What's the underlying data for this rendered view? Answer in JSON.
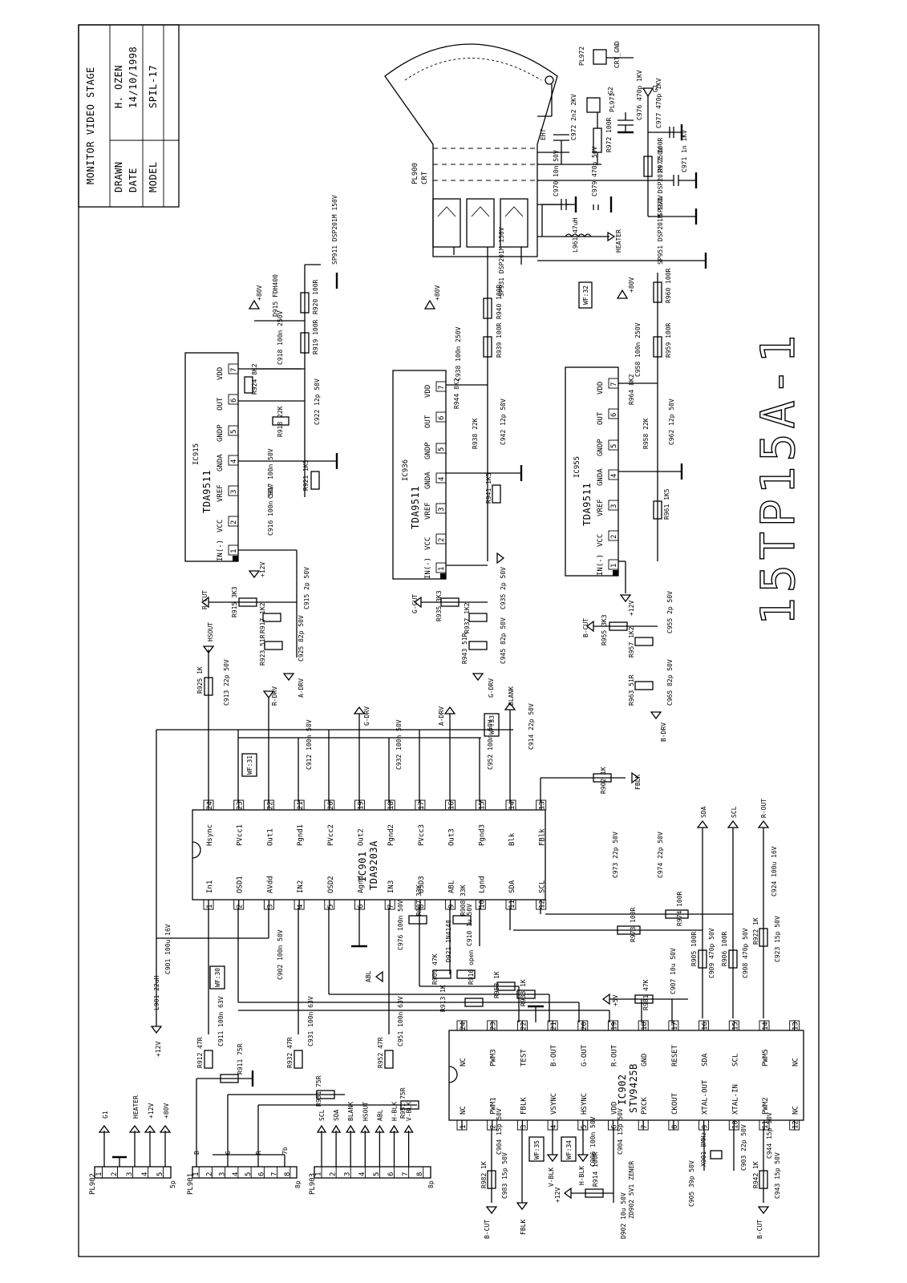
{
  "title_block": {
    "title": "MONITOR VIDEO STAGE",
    "drawn_label": "DRAWN",
    "drawn_value": "H. OZEN",
    "date_label": "DATE",
    "date_value": "14/10/1998",
    "model_label": "MODEL",
    "model_value": "SPIL-17"
  },
  "model_watermark": "15TP15A-1",
  "ic901": {
    "ref": "IC901",
    "part": "TDA9203A",
    "bottom_pins": [
      {
        "n": "1",
        "name": "In1"
      },
      {
        "n": "2",
        "name": "OSD1"
      },
      {
        "n": "3",
        "name": "AVdd"
      },
      {
        "n": "4",
        "name": "IN2"
      },
      {
        "n": "5",
        "name": "OSD2"
      },
      {
        "n": "6",
        "name": "Agnd"
      },
      {
        "n": "7",
        "name": "IN3"
      },
      {
        "n": "8",
        "name": "OSD3"
      },
      {
        "n": "9",
        "name": "ABL"
      },
      {
        "n": "10",
        "name": "Lgnd"
      },
      {
        "n": "11",
        "name": "SDA"
      },
      {
        "n": "12",
        "name": "SCL"
      }
    ],
    "top_pins": [
      {
        "n": "24",
        "name": "Hsync"
      },
      {
        "n": "23",
        "name": "PVcc1"
      },
      {
        "n": "22",
        "name": "Out1"
      },
      {
        "n": "21",
        "name": "Pgnd1"
      },
      {
        "n": "20",
        "name": "PVcc2"
      },
      {
        "n": "19",
        "name": "Out2"
      },
      {
        "n": "18",
        "name": "Pgnd2"
      },
      {
        "n": "17",
        "name": "PVcc3"
      },
      {
        "n": "16",
        "name": "Out3"
      },
      {
        "n": "15",
        "name": "Pgnd3"
      },
      {
        "n": "14",
        "name": "Blk"
      },
      {
        "n": "13",
        "name": "FBlk"
      }
    ]
  },
  "ic902": {
    "ref": "IC902",
    "part": "STV9425B",
    "top_pins": [
      {
        "n": "24",
        "name": "NC"
      },
      {
        "n": "23",
        "name": "PWM3"
      },
      {
        "n": "22",
        "name": "TEST"
      },
      {
        "n": "21",
        "name": "B-OUT"
      },
      {
        "n": "20",
        "name": "G-OUT"
      },
      {
        "n": "19",
        "name": "R-OUT"
      },
      {
        "n": "18",
        "name": "GND"
      },
      {
        "n": "17",
        "name": "RESET"
      },
      {
        "n": "16",
        "name": "SDA"
      },
      {
        "n": "15",
        "name": "SCL"
      },
      {
        "n": "14",
        "name": "PWM5"
      },
      {
        "n": "13",
        "name": "NC"
      }
    ],
    "bottom_pins": [
      {
        "n": "1",
        "name": "NC"
      },
      {
        "n": "2",
        "name": "PWM1"
      },
      {
        "n": "3",
        "name": "FBLK"
      },
      {
        "n": "4",
        "name": "VSYNC"
      },
      {
        "n": "5",
        "name": "HSYNC"
      },
      {
        "n": "6",
        "name": "VDD"
      },
      {
        "n": "7",
        "name": "PXCK"
      },
      {
        "n": "8",
        "name": "CKOUT"
      },
      {
        "n": "9",
        "name": "XTAL-OUT"
      },
      {
        "n": "10",
        "name": "XTAL-IN"
      },
      {
        "n": "11",
        "name": "PWM2"
      },
      {
        "n": "12",
        "name": "NC"
      }
    ]
  },
  "amps": [
    {
      "ref": "IC915",
      "part": "TDA9511",
      "pins": [
        {
          "n": "1",
          "name": "IN(-)"
        },
        {
          "n": "2",
          "name": "VCC"
        },
        {
          "n": "3",
          "name": "VREF"
        },
        {
          "n": "4",
          "name": "GNDA"
        },
        {
          "n": "5",
          "name": "GNDP"
        },
        {
          "n": "6",
          "name": "OUT"
        },
        {
          "n": "7",
          "name": "VDD"
        }
      ]
    },
    {
      "ref": "IC936",
      "part": "TDA9511",
      "pins": [
        {
          "n": "1",
          "name": "IN(-)"
        },
        {
          "n": "2",
          "name": "VCC"
        },
        {
          "n": "3",
          "name": "VREF"
        },
        {
          "n": "4",
          "name": "GNDA"
        },
        {
          "n": "5",
          "name": "GNDP"
        },
        {
          "n": "6",
          "name": "OUT"
        },
        {
          "n": "7",
          "name": "VDD"
        }
      ]
    },
    {
      "ref": "IC955",
      "part": "TDA9511",
      "pins": [
        {
          "n": "1",
          "name": "IN(-)"
        },
        {
          "n": "2",
          "name": "VCC"
        },
        {
          "n": "3",
          "name": "VREF"
        },
        {
          "n": "4",
          "name": "GNDA"
        },
        {
          "n": "5",
          "name": "GNDP"
        },
        {
          "n": "6",
          "name": "OUT"
        },
        {
          "n": "7",
          "name": "VDD"
        }
      ]
    }
  ],
  "crt": {
    "ref": "PL900",
    "name": "CRT",
    "eht": "EHT",
    "heater": "HEATER",
    "gnd": "CRT_GND"
  },
  "connectors": [
    {
      "ref": "PL902",
      "size": "5p",
      "pins": [
        "1",
        "2",
        "3",
        "4",
        "5"
      ],
      "signals": [
        "G1",
        "HEATER",
        "+12V",
        "+80V"
      ]
    },
    {
      "ref": "PL901",
      "size": "8p",
      "pins": [
        "1",
        "2",
        "3",
        "4",
        "5",
        "6",
        "7",
        "8"
      ],
      "signals": [
        "B",
        "G",
        "R",
        "7b"
      ]
    },
    {
      "ref": "PL903",
      "size": "8p",
      "pins": [
        "1",
        "2",
        "3",
        "4",
        "5",
        "6",
        "7",
        "8"
      ],
      "signals": [
        "SCL",
        "SDA",
        "BLANK",
        "HSOUT",
        "ABL",
        "H-BLK",
        "V-BLK"
      ]
    }
  ],
  "signals": {
    "rdrv": "R-DRV",
    "gdrv": "G-DRV",
    "bdrv": "B-DRV",
    "adrv": "A-DRV",
    "blank": "BLANK",
    "hsout": "HSOUT",
    "sda": "SDA",
    "scl": "SCL",
    "rout": "R-OUT",
    "fblk": "FBLK",
    "rcut": "R-CUT",
    "gcut": "G-CUT",
    "bcut": "B-CUT",
    "v12": "+12V",
    "v80": "+80V",
    "v5": "+5V",
    "g1": "G1",
    "abl": "ABL",
    "hblk": "H-BLK",
    "vblk": "V-BLK"
  },
  "waveforms": [
    "WF:31",
    "WF:32",
    "WF:33",
    "WF:30",
    "WF:34",
    "WF:35"
  ],
  "parts": {
    "r920": "R920 100R",
    "r919": "R919 100R",
    "d915": "D915 FDH400",
    "c918": "C918 100n 250V",
    "r924": "R924 8K2",
    "c922": "C922 12p 50V",
    "r918": "R918 22K",
    "c917": "C917 100n 50V",
    "c916": "C916 100n 50V",
    "r921": "R921 1K5",
    "r940": "R940 100R",
    "r939": "R939 100R",
    "c938": "C938 100n 250V",
    "r944": "R944 8K2",
    "c942": "C942 12p 50V",
    "r938": "R938 22K",
    "r960": "R960 100R",
    "r959": "R959 100R",
    "c958": "C958 100n 250V",
    "r964": "R964 8K2",
    "r958": "R958 22K",
    "c962": "C962 12p 50V",
    "r961": "R961 1K5",
    "r941": "R941 1K5",
    "sp911": "SP911 DSP201M 150V",
    "sp931": "SP931 DSP201M 150V",
    "sp951": "SP951 DSP201M 150V",
    "sp971": "SP971 DSP201M 250V",
    "r971": "R971 100R",
    "r972": "R972 100R",
    "c971": "C971 1n 1KV",
    "c977": "C977 470p 1KV",
    "c976": "C976 470p 1KV",
    "c972": "C972 2n2 2KV",
    "c970": "C970 10n 50V",
    "c979": "C979 470p 50V",
    "l961": "L961 47uH",
    "pl971": "PL971",
    "pl972": "PL972",
    "g2": "G2",
    "r925": "R925 1K",
    "c913": "C913 22p 50V",
    "c912": "C912 100n 50V",
    "c932": "C932 100n 50V",
    "c952": "C952 100n 50V",
    "c914": "C914 22p 50V",
    "r902": "R902 1K",
    "r915": "R915 3K3",
    "r917": "R917 1K2",
    "c915": "C915 2p 50V",
    "r923": "R923 51R",
    "c925": "C925 82p 50V",
    "r935": "R935 3K3",
    "r937": "R937 1K2",
    "c935": "C935 2p 50V",
    "r943": "R943 51R",
    "c945": "C945 82p 50V",
    "r955": "R955 3K3",
    "r957": "R957 1K2",
    "c955": "C955 2p 50V",
    "r963": "R963 51R",
    "c965": "C965 82p 50V",
    "c901": "C901 100u 16V",
    "l901": "L901 22uH",
    "c902": "C902 100n 50V",
    "c911": "C911 100n 63V",
    "c931": "C931 100n 63V",
    "c951": "C951 100n 63V",
    "r912": "R912 47R",
    "r932": "R932 47R",
    "r952": "R952 47R",
    "r911": "R911 75R",
    "r931": "R931 75R",
    "r951": "R951 75R",
    "r907": "R907 33K",
    "r908": "R908 33K",
    "r909": "R909 47K",
    "r910": "R910 open",
    "c910": "C910 1u 50V",
    "d921": "D921 1N4148",
    "c976b": "C976 100n 50V",
    "r953": "R953 1K",
    "r933": "R933 1K",
    "r913": "R913 1K",
    "r973": "R973 100R",
    "r974": "R974 100R",
    "c973": "C973 22p 50V",
    "c974": "C974 22p 50V",
    "r981": "R981 47K",
    "c907": "C907 10u 50V",
    "r905": "R905 100R",
    "r906": "R906 100R",
    "c909": "C909 470p 50V",
    "c908": "C908 470p 50V",
    "r922": "R922 1K",
    "c923": "C923 15p 50V",
    "c924": "C924 100u 16V",
    "c904": "C904 15p 50V",
    "r982": "R982 1K",
    "c983": "C983 15p 50V",
    "c906": "C906 100n 50V",
    "d902": "D902 10u 50V",
    "zd902": "ZD902 5V1 ZENER",
    "r914": "R914 100R",
    "c905": "C905 39p 50V",
    "x901": "X901 8MHz",
    "c903": "C903 22p 50V",
    "c944": "C944 15p 50V",
    "r942": "R942 1K",
    "c943": "C943 15p 50V"
  }
}
